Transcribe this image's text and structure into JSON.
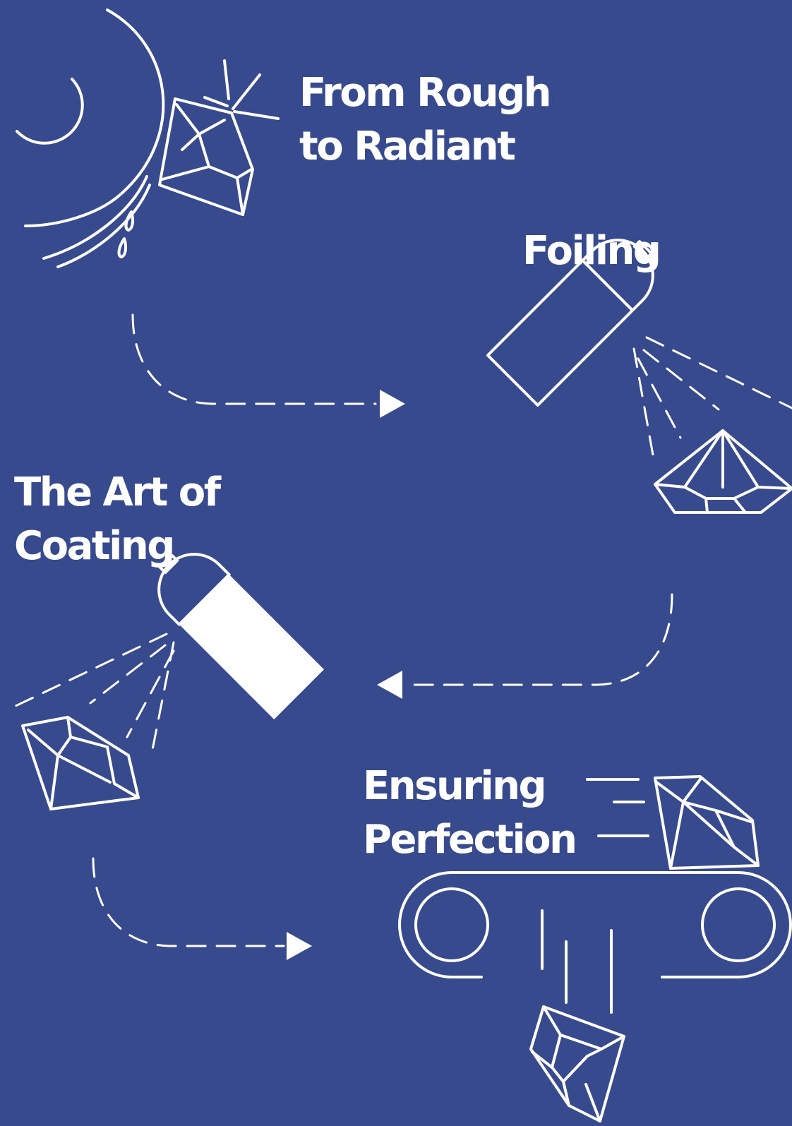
{
  "steps": [
    {
      "lines": [
        "From Rough",
        "to Radiant"
      ]
    },
    {
      "lines": [
        "Foiling"
      ]
    },
    {
      "lines": [
        "The Art of",
        "Coating"
      ]
    },
    {
      "lines": [
        "Ensuring",
        "Perfection"
      ]
    }
  ],
  "colors": {
    "background": "#374a8d",
    "ink": "#ffffff"
  },
  "icons": [
    "crescent-moon-icon",
    "rough-diamond-icon",
    "spray-can-icon",
    "cut-diamond-icon",
    "conveyor-belt-icon",
    "broken-diamond-icon",
    "dashed-arrow-icon"
  ]
}
